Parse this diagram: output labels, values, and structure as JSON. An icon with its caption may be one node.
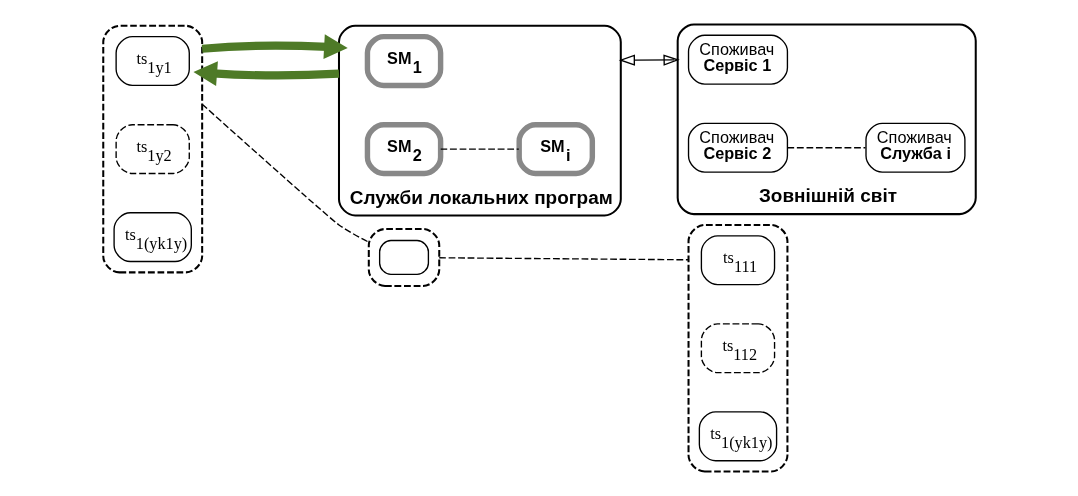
{
  "diagram": {
    "nodes": [
      {
        "text": [],
        "shape": "cloud"
      },
      {
        "text": [
          "ts$_{1y1}$"
        ],
        "in": 0
      },
      {
        "text": [
          "ts$_{1y2}$"
        ],
        "in": 0
      },
      {
        "text": [
          "ts$_{1(yk1y)}$"
        ],
        "in": 0
      },
      {
        "text": [],
        "shape": "cloud"
      },
      {
        "text": [],
        "shape": "box",
        "in": 4
      },
      {
        "text": [],
        "shape": "cloud"
      },
      {
        "text": [
          "ts$_{111}$"
        ],
        "in": 6
      },
      {
        "text": [
          "ts$_{112}$"
        ],
        "in": 6
      },
      {
        "text": [
          "ts$_{1(yk1y)}$"
        ],
        "in": 6
      },
      {
        "text": [
          "Служби локальних програм"
        ]
      },
      {
        "text": [
          "SM$_{1}$"
        ],
        "in": 10
      },
      {
        "text": [
          "SM$_{2}$"
        ],
        "in": 10
      },
      {
        "text": [
          "SM$_{i}$"
        ],
        "in": 10
      },
      {
        "text": [
          "Зовнішній світ"
        ]
      },
      {
        "text": [
          "Споживач",
          "Сервіс 1"
        ],
        "in": 14
      },
      {
        "text": [
          "Споживач",
          "Сервіс 2"
        ],
        "in": 14
      },
      {
        "text": [
          "Споживач",
          "Служба і"
        ],
        "in": 14
      }
    ],
    "edges": [
      {
        "from": 10,
        "to": 0,
        "arrow": "to",
        "style": "thick",
        "color": "#4e7a27"
      },
      {
        "from": 0,
        "to": 10,
        "arrow": "to",
        "style": "thick",
        "color": "#4e7a27"
      },
      {
        "from": 10,
        "to": 14,
        "arrow": "both"
      },
      {
        "from": 12,
        "to": 13,
        "arrow": "none",
        "style": "dashed"
      },
      {
        "from": 16,
        "to": 17,
        "arrow": "none",
        "style": "dashed"
      },
      {
        "from": 0,
        "to": 4,
        "arrow": "none",
        "style": "dashed"
      },
      {
        "from": 4,
        "to": 6,
        "arrow": "none",
        "style": "dashed"
      }
    ]
  }
}
